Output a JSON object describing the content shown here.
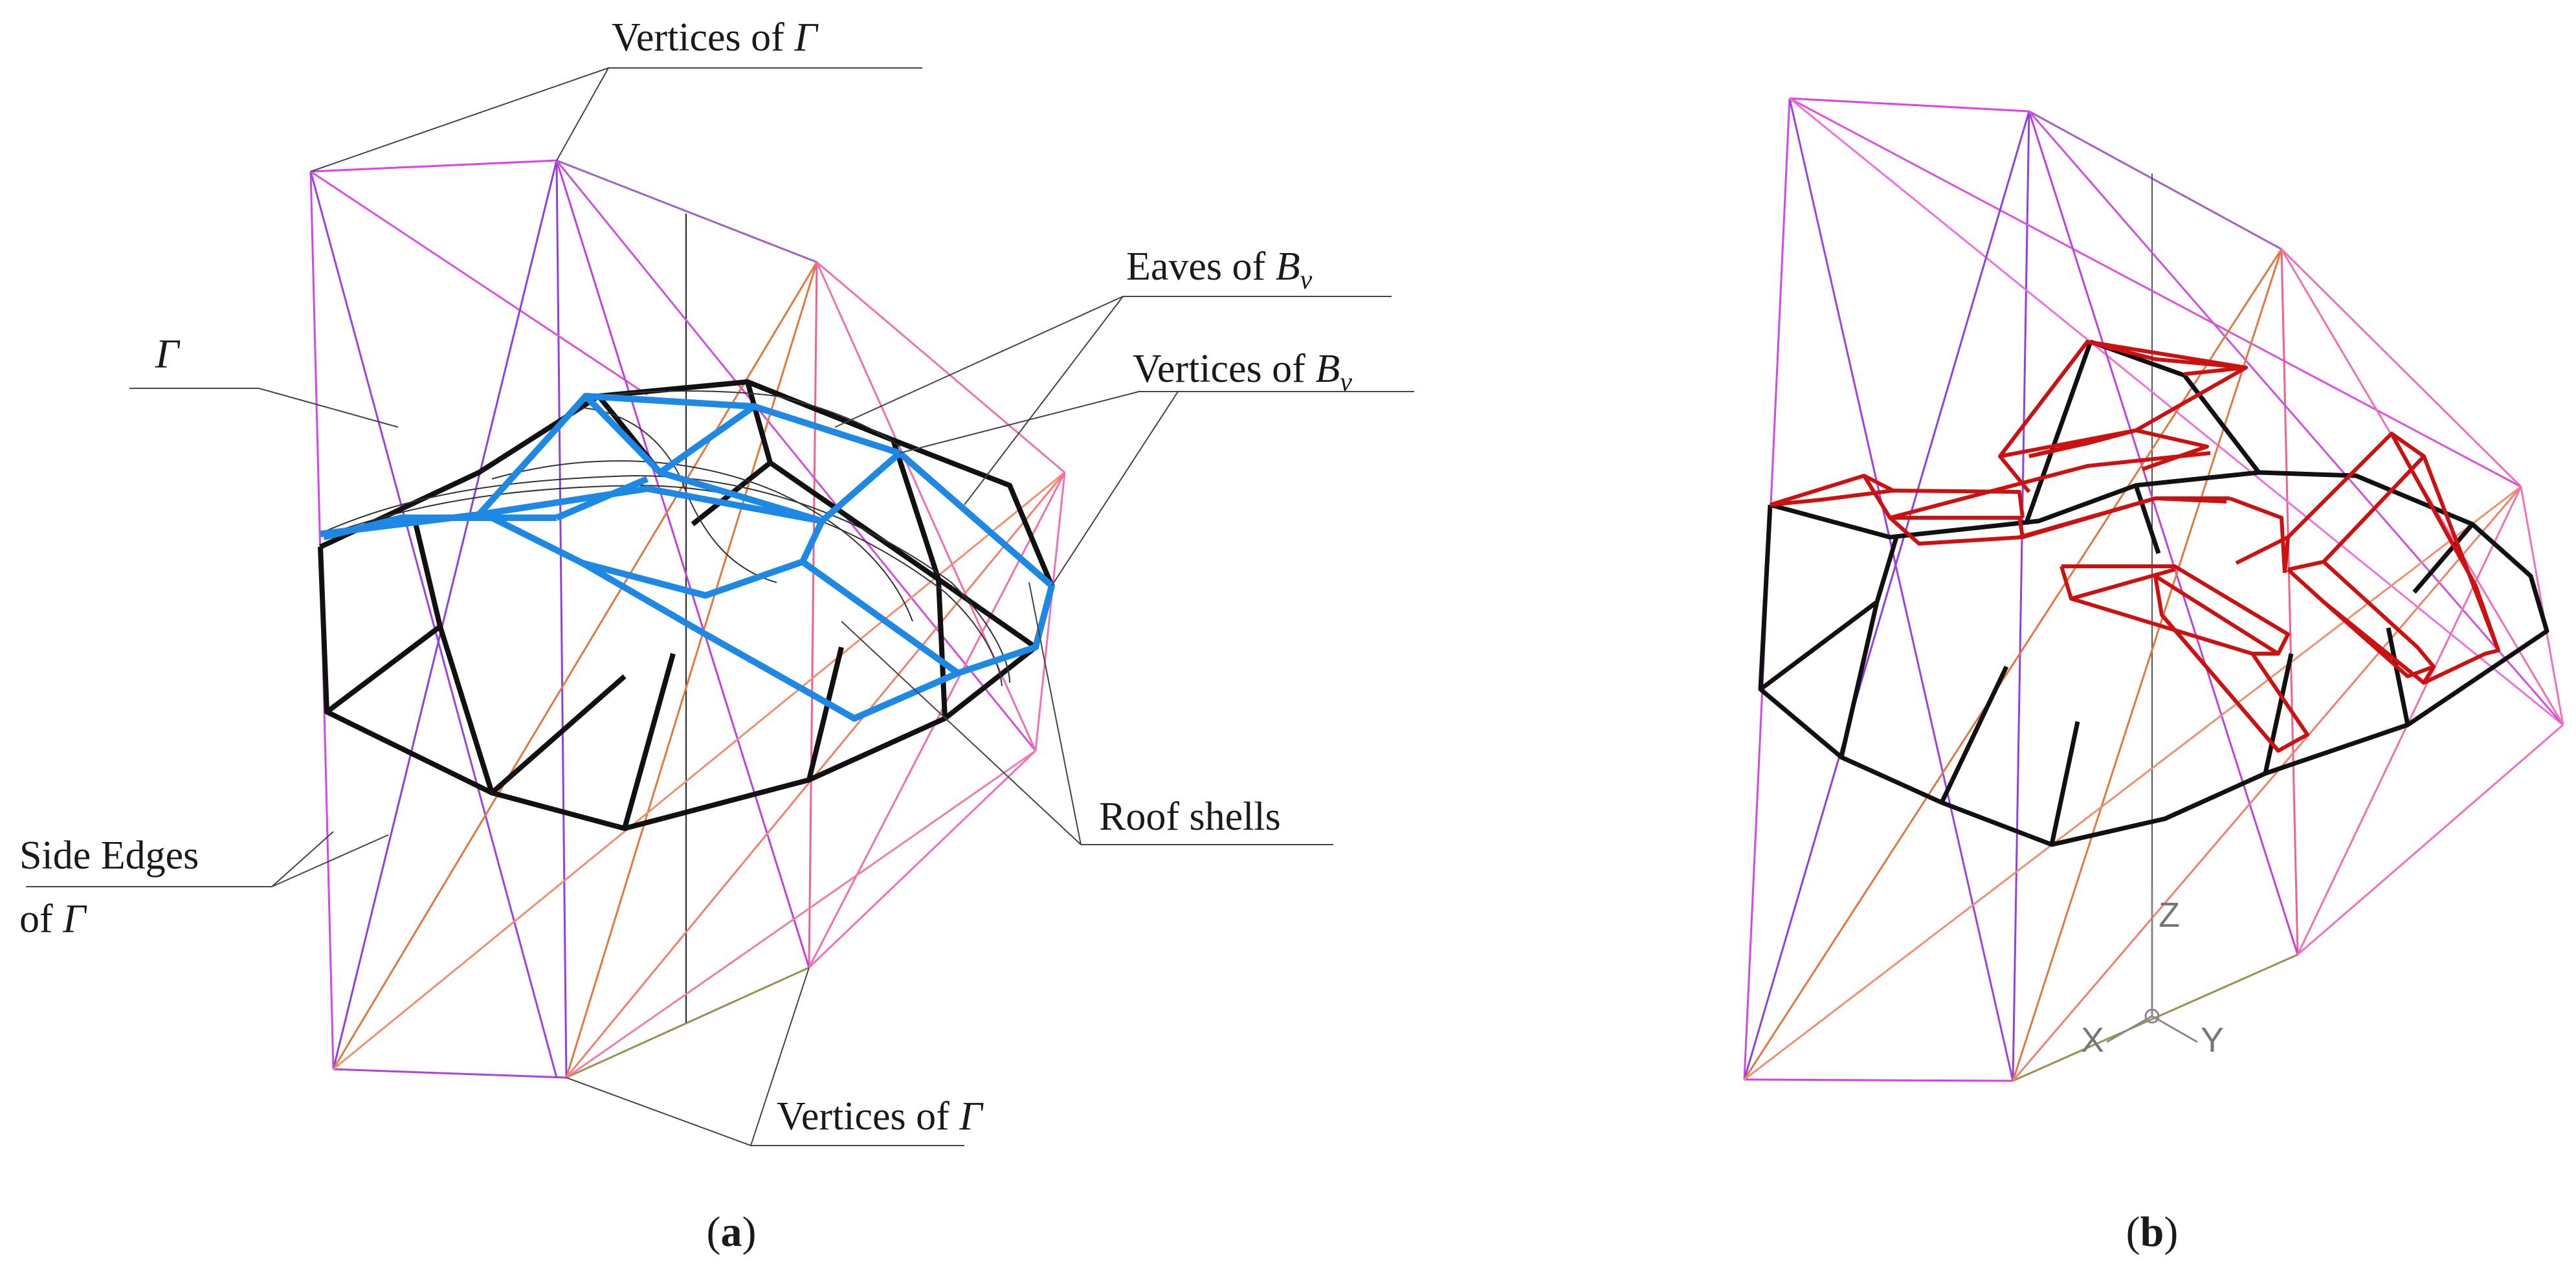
{
  "figure": {
    "panel_a": {
      "caption_open": "(",
      "caption_letter": "a",
      "caption_close": ")",
      "labels": {
        "vertices_gamma_top_text": "Vertices of ",
        "vertices_gamma_top_symbol": "Γ",
        "eaves_text": "Eaves of ",
        "eaves_symbol": "B",
        "eaves_sub": "v",
        "vertices_bv_text": "Vertices of ",
        "vertices_bv_symbol": "B",
        "vertices_bv_sub": "v",
        "gamma_symbol": "Γ",
        "side_edges_line1": "Side Edges",
        "side_edges_line2_text": "of ",
        "side_edges_symbol": "Γ",
        "roof_shells": "Roof shells",
        "vertices_gamma_bottom_text": "Vertices of ",
        "vertices_gamma_bottom_symbol": "Γ"
      }
    },
    "panel_b": {
      "caption_open": "(",
      "caption_letter": "b",
      "caption_close": ")",
      "axes": {
        "z": "Z",
        "x": "X",
        "y": "Y"
      }
    },
    "colors": {
      "roof_black": "#111111",
      "eaves_blue": "#1e88e5",
      "red_structure": "#cc1111",
      "magenta": "#e040e8",
      "violet": "#9040e0",
      "orange": "#e07840",
      "pink": "#f070b0",
      "olive": "#9a9050",
      "leader": "#444444"
    }
  }
}
